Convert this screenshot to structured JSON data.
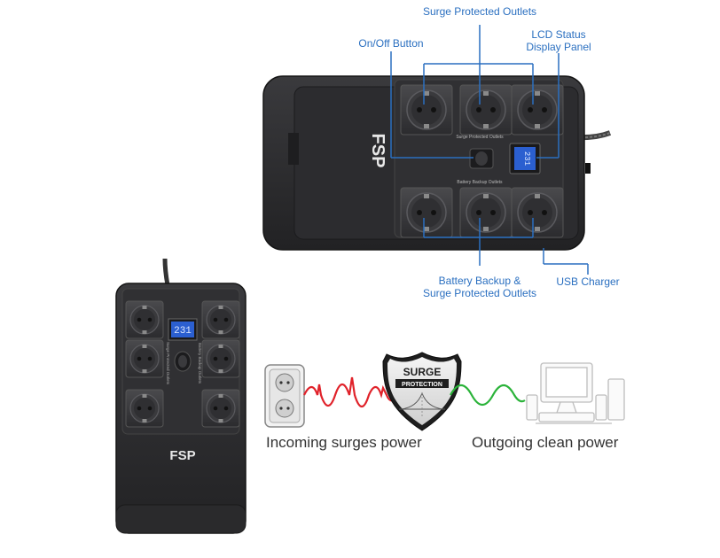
{
  "callouts": {
    "surge_protected": "Surge Protected Outlets",
    "on_off": "On/Off Button",
    "lcd_line1": "LCD Status",
    "lcd_line2": "Display Panel",
    "battery_line1": "Battery Backup &",
    "battery_line2": "Surge Protected Outlets",
    "usb": "USB Charger"
  },
  "device": {
    "brand": "FSP",
    "lcd_reading": "231",
    "panel_surge_label": "Surge Protected Outlets",
    "panel_battery_label": "Battery Backup Outlets"
  },
  "upright_device": {
    "brand": "FSP",
    "lcd_reading": "231",
    "side_label_left": "Surge Protected Outlets",
    "side_label_right": "Battery Backup Outlets"
  },
  "badge": {
    "line1": "SURGE",
    "line2": "PROTECTION"
  },
  "captions": {
    "incoming": "Incoming surges power",
    "outgoing": "Outgoing clean power"
  },
  "colors": {
    "callout_blue": "#2a6fc0",
    "surge_wave": "#e0222a",
    "clean_wave": "#2bb33a",
    "device_body": "#2a2a2c"
  }
}
